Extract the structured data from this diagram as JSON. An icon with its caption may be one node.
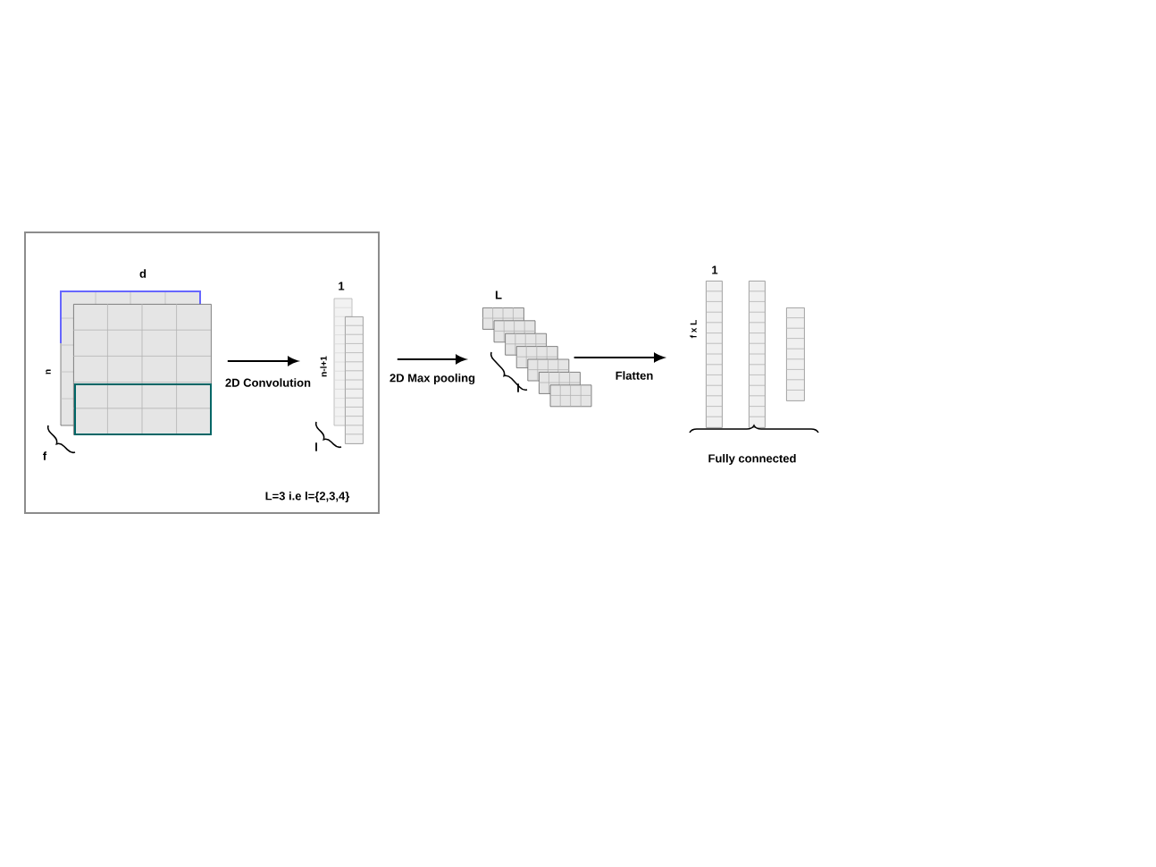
{
  "diagram": {
    "nodes": [
      {
        "text": [],
        "shape": "box"
      },
      {
        "text": [],
        "shape": "bar"
      },
      {
        "text": [],
        "shape": "box"
      },
      {
        "text": [],
        "shape": "box"
      },
      {
        "text": [],
        "shape": "box"
      },
      {
        "text": [],
        "shape": "box"
      },
      {
        "text": [],
        "shape": "box"
      },
      {
        "text": [],
        "shape": "box"
      },
      {
        "text": [],
        "shape": "box"
      },
      {
        "text": [],
        "shape": "bar"
      },
      {
        "text": [],
        "shape": "bar"
      },
      {
        "text": [],
        "shape": "bar"
      }
    ],
    "edges": [
      {
        "from": 0,
        "to": 1,
        "arrow": "to",
        "label": "2D Convolution"
      },
      {
        "from": 1,
        "to": 2,
        "arrow": "to",
        "label": "2D Max pooling"
      },
      {
        "from": 5,
        "to": 9,
        "arrow": "to",
        "label": "Flatten"
      }
    ],
    "labels": [
      "d",
      "n",
      "f",
      "1",
      "n-l+1",
      "l",
      "L",
      "l",
      "1",
      "f x L",
      "Fully connected",
      "L=3 i.e l={2,3,4}"
    ]
  }
}
